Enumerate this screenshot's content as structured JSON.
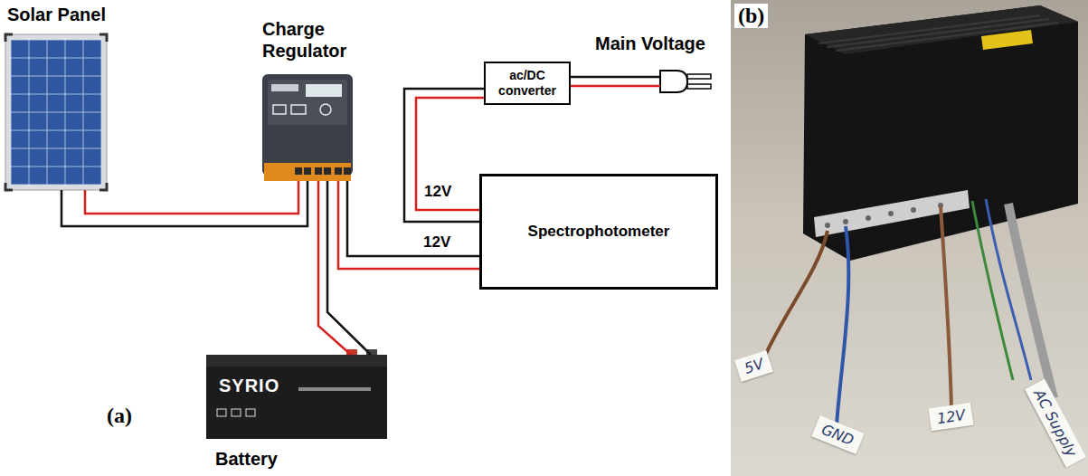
{
  "diagram": {
    "nodes": [
      {
        "text": [
          "Solar Panel"
        ]
      },
      {
        "text": [
          "Charge Regulator"
        ]
      },
      {
        "text": [
          "Main Voltage"
        ]
      },
      {
        "text": [
          "ac/DC converter"
        ]
      },
      {
        "text": [
          "Spectrophotometer"
        ]
      },
      {
        "text": [
          "Battery",
          "SYRIO"
        ]
      }
    ],
    "edges": [
      {
        "from": 0,
        "to": 1,
        "arrow": "none"
      },
      {
        "from": 1,
        "to": 5,
        "arrow": "none"
      },
      {
        "from": 1,
        "to": 4,
        "label": "12V",
        "arrow": "none"
      },
      {
        "from": 3,
        "to": 4,
        "label": "12V",
        "arrow": "none"
      },
      {
        "from": 2,
        "to": 3,
        "arrow": "none"
      }
    ],
    "labels": [
      "(a)",
      "(b)",
      "5V",
      "GND",
      "12V",
      "AC Supply"
    ]
  }
}
